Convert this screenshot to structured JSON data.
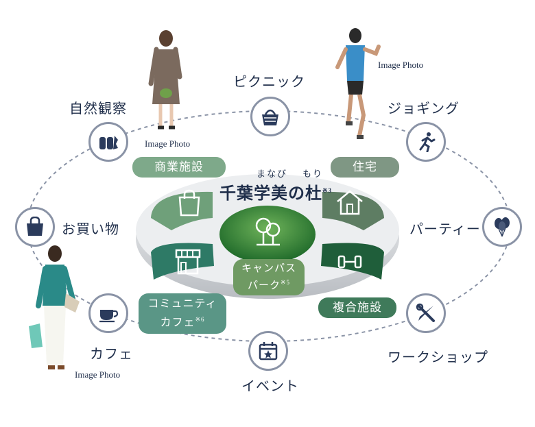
{
  "center": {
    "title": "千葉学美の杜",
    "ruby_manabi": "まなび",
    "ruby_mori": "もり",
    "title_note": "※3"
  },
  "pills": {
    "commercial": "商業施設",
    "residence": "住宅",
    "campus_line1": "キャンパス",
    "campus_line2": "パーク",
    "campus_note": "※5",
    "community_line1": "コミュニティ",
    "community_line2": "カフェ",
    "community_note": "※6",
    "complex": "複合施設"
  },
  "activities": {
    "picnic": "ピクニック",
    "nature": "自然観察",
    "jogging": "ジョギング",
    "shopping": "お買い物",
    "party": "パーティー",
    "cafe": "カフェ",
    "workshop": "ワークショップ",
    "event": "イベント"
  },
  "captions": {
    "girl": "Image Photo",
    "runner": "Image Photo",
    "woman": "Image Photo"
  },
  "colors": {
    "navy": "#1f2e4a",
    "green_light": "#6fa07a",
    "green_mid": "#2e7a66",
    "green_dark": "#1f5e3a",
    "ring": "#8a93a6"
  },
  "icons": [
    "binoculars-icon",
    "picnic-basket-icon",
    "runner-icon",
    "shopping-bag-icon",
    "balloons-icon",
    "coffee-cup-icon",
    "tools-icon",
    "calendar-star-icon",
    "shop-bag-icon",
    "house-icon",
    "trees-icon",
    "storefront-icon",
    "dumbbell-icon"
  ]
}
